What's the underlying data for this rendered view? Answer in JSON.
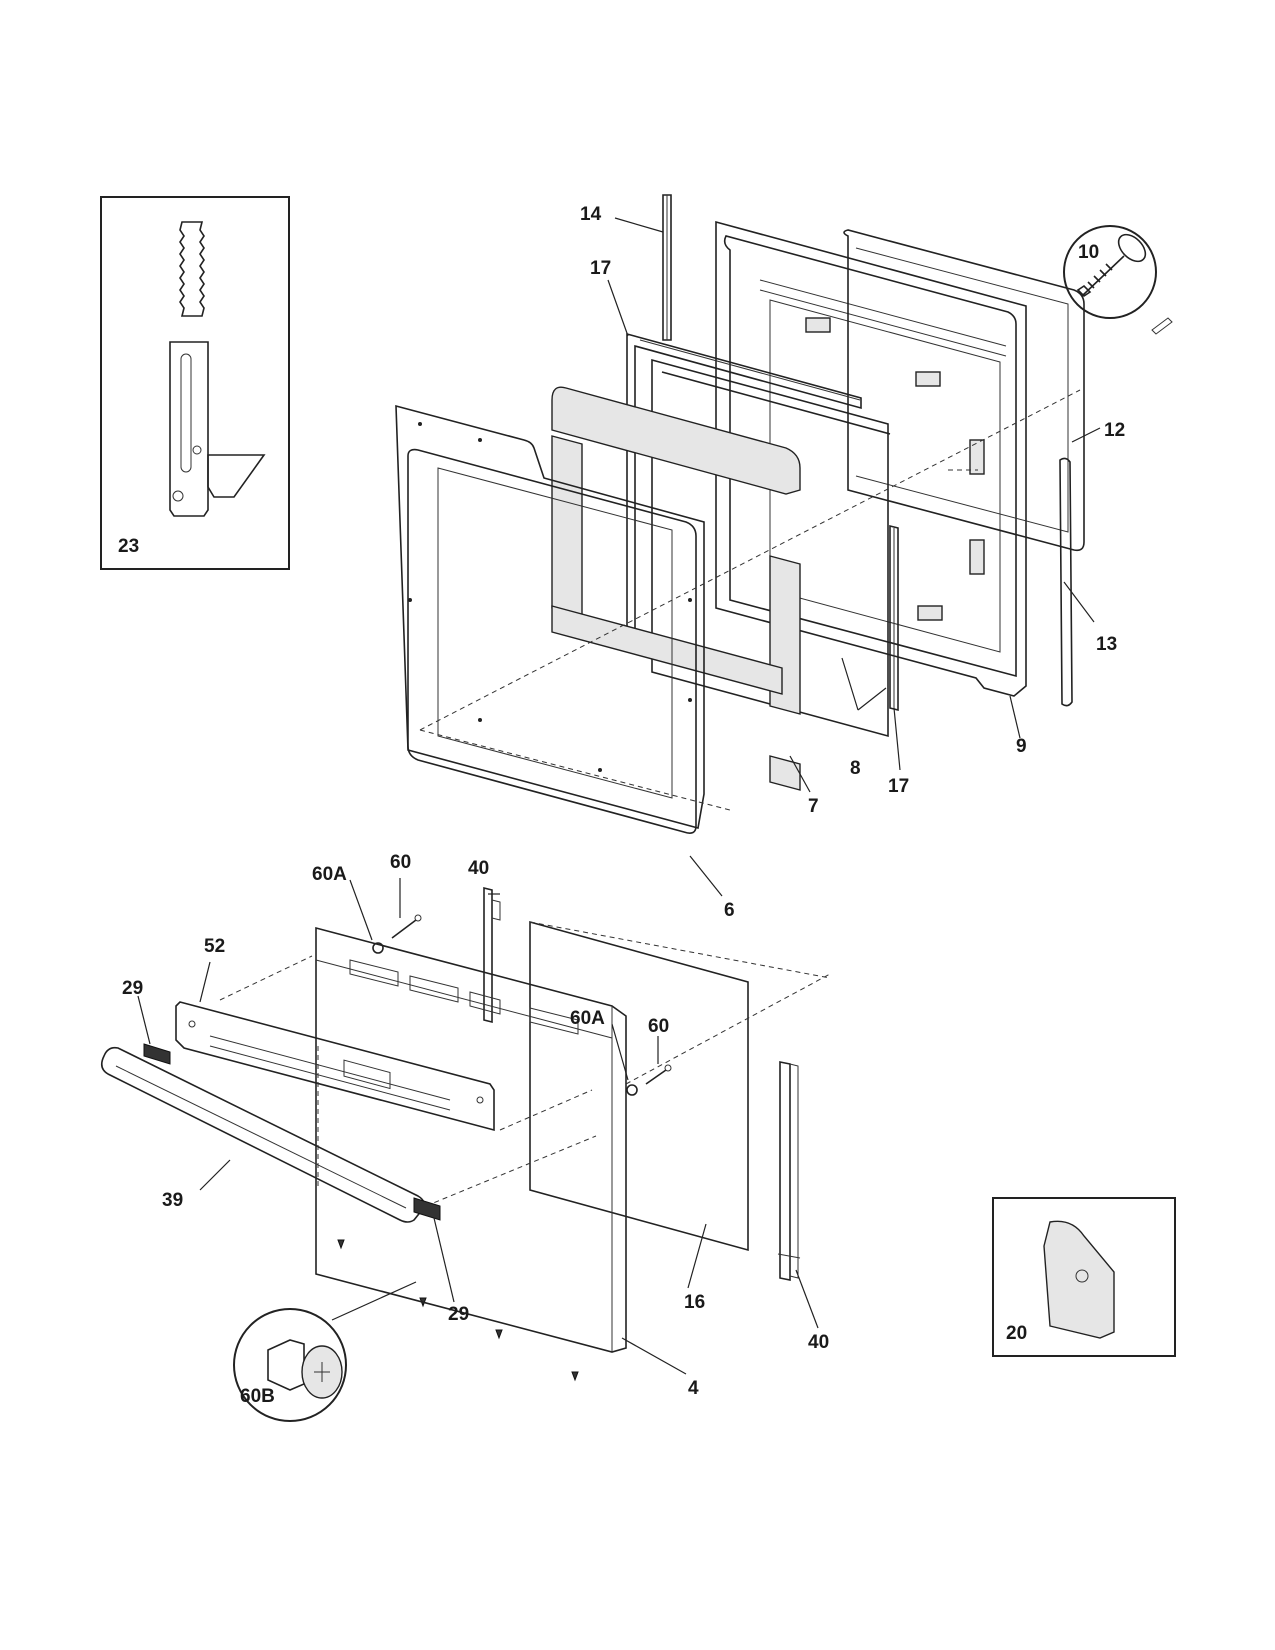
{
  "callouts": {
    "c4": "4",
    "c6": "6",
    "c7": "7",
    "c8": "8",
    "c9": "9",
    "c10": "10",
    "c12": "12",
    "c13": "13",
    "c14": "14",
    "c16": "16",
    "c17a": "17",
    "c17b": "17",
    "c20": "20",
    "c23": "23",
    "c29a": "29",
    "c29b": "29",
    "c39": "39",
    "c40a": "40",
    "c40b": "40",
    "c52": "52",
    "c60a": "60",
    "c60b": "60",
    "c60Aa": "60A",
    "c60Ab": "60A",
    "c60B": "60B"
  }
}
